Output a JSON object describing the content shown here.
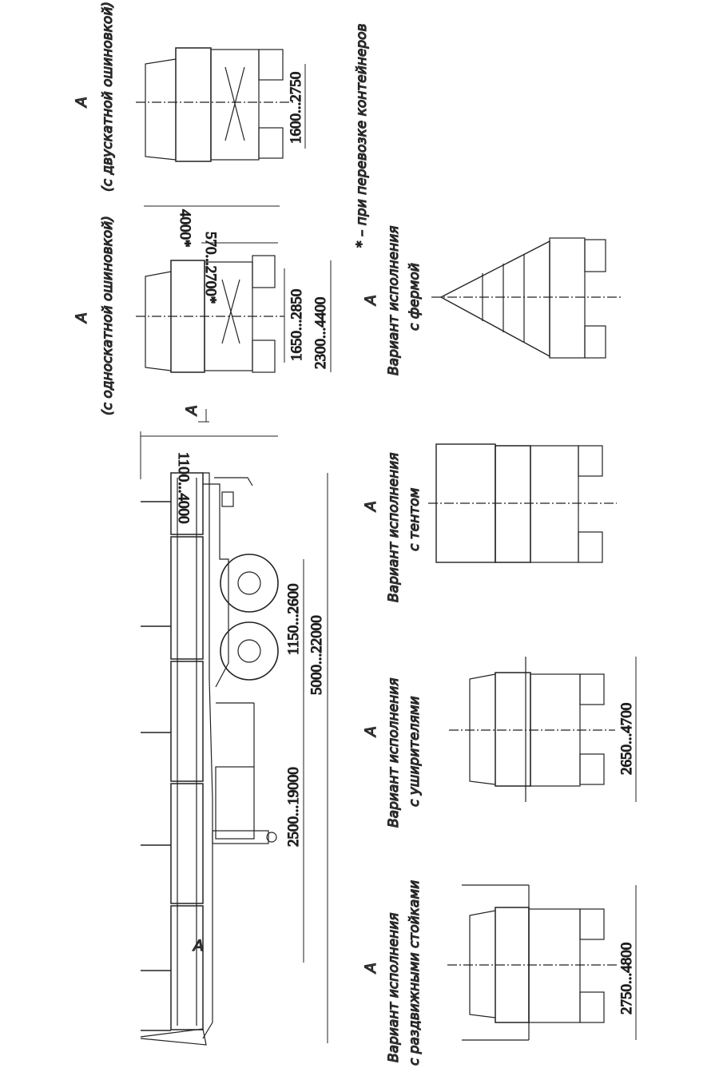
{
  "view_marker": "A",
  "dimensions": {
    "overall_length": "5000...22000",
    "kingpin_to_axle": "2500...19000",
    "axle_spread": "1150...2600",
    "deck_height": "1100...4000",
    "height_single": "4000*",
    "container_height": "570...2700*",
    "track_single": "1650...2850",
    "width_single": "2300...4400",
    "track_dual": "1600...2750",
    "width_wideners": "2650...4700",
    "width_stakes": "2750...4800"
  },
  "labels": {
    "single_tire": "(с односкатной ошиновкой)",
    "dual_tire": "(с двускатной ошиновкой)",
    "variant": "Вариант исполнения",
    "with_truss": "с фермой",
    "with_tent": "с тентом",
    "with_wideners": "с уширителями",
    "with_stakes": "с раздвижными стойками",
    "footnote": "* – при перевозке контейнеров"
  }
}
